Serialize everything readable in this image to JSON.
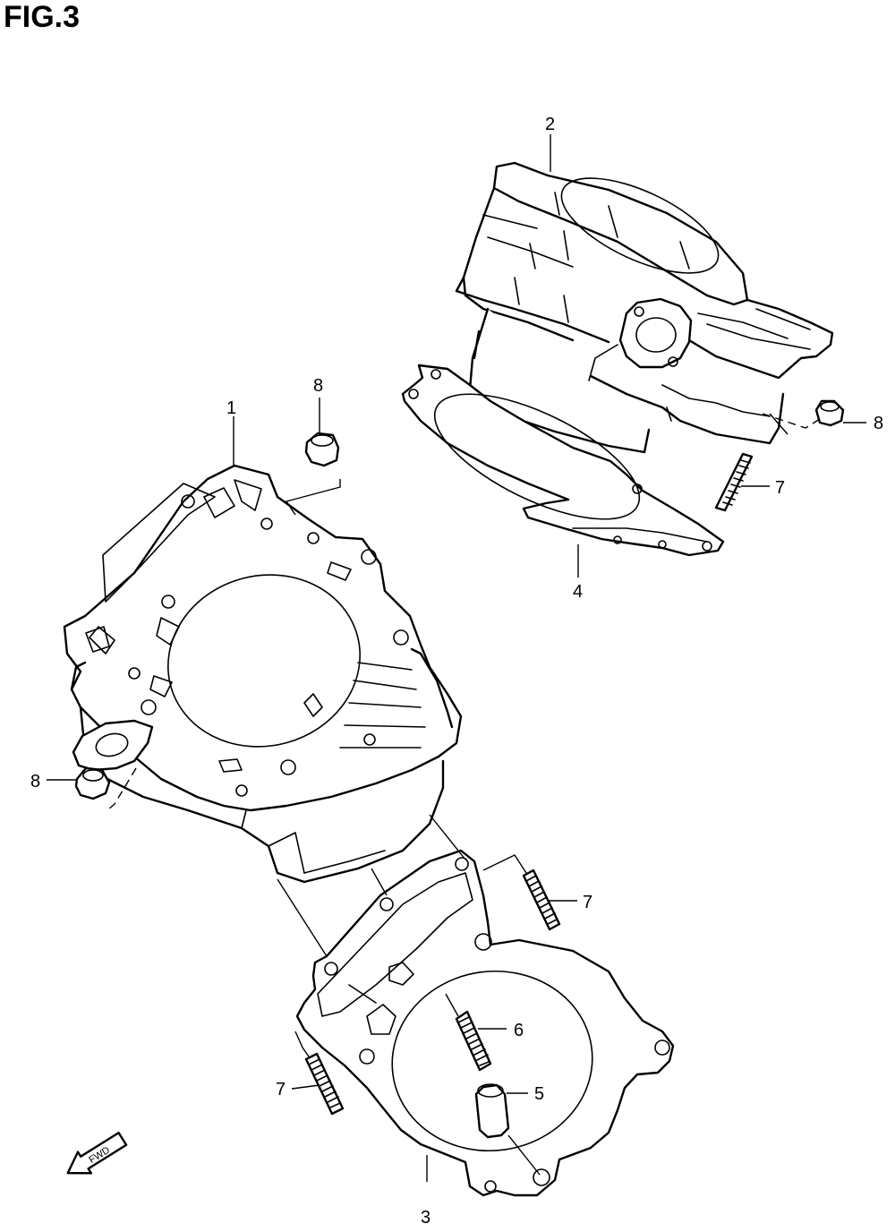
{
  "figure": {
    "title": "FIG.3"
  },
  "callouts": [
    {
      "id": "c1",
      "label": "1"
    },
    {
      "id": "c2",
      "label": "2"
    },
    {
      "id": "c3",
      "label": "3"
    },
    {
      "id": "c4",
      "label": "4"
    },
    {
      "id": "c5",
      "label": "5"
    },
    {
      "id": "c6",
      "label": "6"
    },
    {
      "id": "c7a",
      "label": "7"
    },
    {
      "id": "c7b",
      "label": "7"
    },
    {
      "id": "c7c",
      "label": "7"
    },
    {
      "id": "c8a",
      "label": "8"
    },
    {
      "id": "c8b",
      "label": "8"
    },
    {
      "id": "c8c",
      "label": "8"
    }
  ],
  "fwd_marker": {
    "label": "FWD",
    "icon": "forward-arrow-icon"
  }
}
